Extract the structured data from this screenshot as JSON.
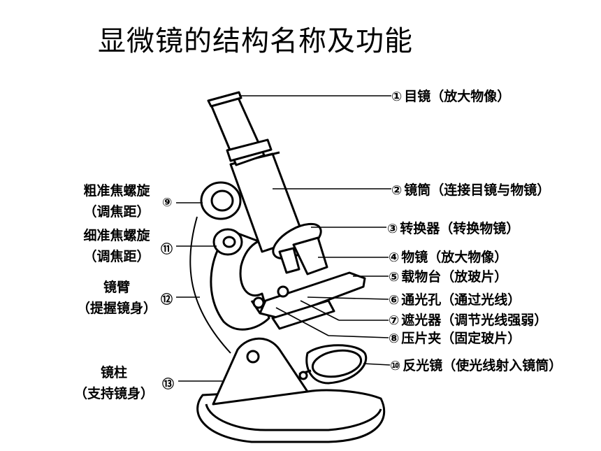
{
  "title": "显微镜的结构名称及功能",
  "right_labels": [
    {
      "num": "①",
      "text": "目镜（放大物像）"
    },
    {
      "num": "②",
      "text": "镜筒（连接目镜与物镜）"
    },
    {
      "num": "③",
      "text": "转换器（转换物镜）"
    },
    {
      "num": "④",
      "text": "物镜（放大物像）"
    },
    {
      "num": "⑤",
      "text": "载物台（放玻片）"
    },
    {
      "num": "⑥",
      "text": "通光孔（通过光线）"
    },
    {
      "num": "⑦",
      "text": "遮光器（调节光线强弱）"
    },
    {
      "num": "⑧",
      "text": "压片夹（固定玻片）"
    },
    {
      "num": "⑩",
      "text": "反光镜（使光线射入镜筒）"
    }
  ],
  "left_labels": [
    {
      "num": "⑨",
      "line1": "粗准焦螺旋",
      "line2": "（调焦距）"
    },
    {
      "num": "⑪",
      "line1": "细准焦螺旋",
      "line2": "（调焦距）"
    },
    {
      "num": "⑫",
      "line1": "镜臂",
      "line2": "（提握镜身）"
    },
    {
      "num": "⑬",
      "line1": "镜柱",
      "line2": "（支持镜身）"
    }
  ]
}
